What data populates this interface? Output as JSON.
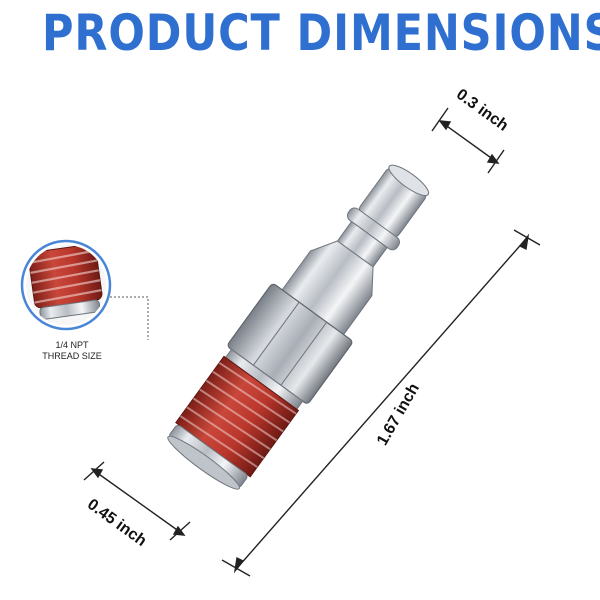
{
  "title": "PRODUCT DIMENSIONS",
  "dimensions": {
    "top_width": "0.3 inch",
    "length": "1.67 inch",
    "thread_width": "0.45 inch"
  },
  "inset": {
    "line1": "1/4 NPT",
    "line2": "THREAD SIZE"
  },
  "colors": {
    "title": "#2f6fd0",
    "thread": "#c0392b",
    "inset_border": "#4a86d8",
    "metal": "#c9ced6"
  }
}
